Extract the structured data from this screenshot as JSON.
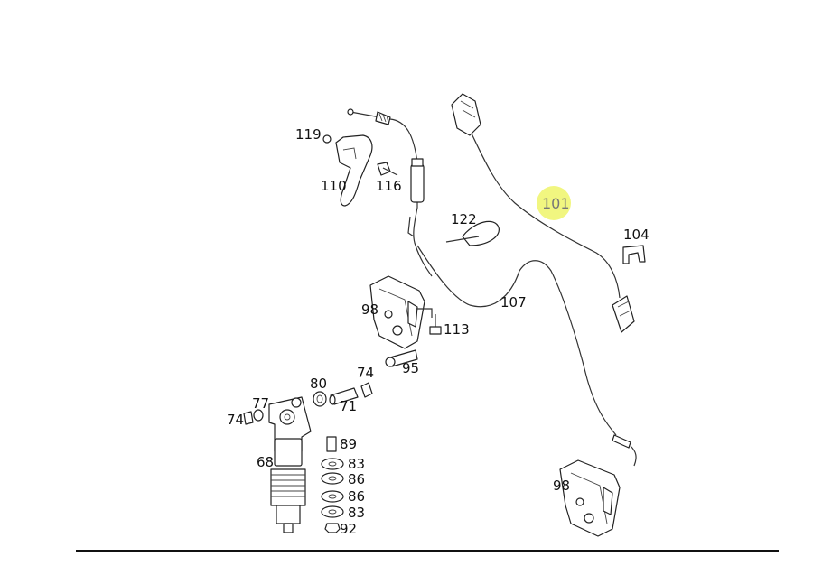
{
  "highlight_color": "#eef56a",
  "callouts": [
    {
      "id": "c119",
      "text": "119",
      "highlight": false
    },
    {
      "id": "c110",
      "text": "110",
      "highlight": false
    },
    {
      "id": "c116",
      "text": "116",
      "highlight": false
    },
    {
      "id": "c101",
      "text": "101",
      "highlight": true
    },
    {
      "id": "c122",
      "text": "122",
      "highlight": false
    },
    {
      "id": "c104",
      "text": "104",
      "highlight": false
    },
    {
      "id": "c107",
      "text": "107",
      "highlight": false
    },
    {
      "id": "c98a",
      "text": "98",
      "highlight": false
    },
    {
      "id": "c113",
      "text": "113",
      "highlight": false
    },
    {
      "id": "c95",
      "text": "95",
      "highlight": false
    },
    {
      "id": "c80",
      "text": "80",
      "highlight": false
    },
    {
      "id": "c74a",
      "text": "74",
      "highlight": false
    },
    {
      "id": "c77",
      "text": "77",
      "highlight": false
    },
    {
      "id": "c74b",
      "text": "74",
      "highlight": false
    },
    {
      "id": "c71",
      "text": "71",
      "highlight": false
    },
    {
      "id": "c89",
      "text": "89",
      "highlight": false
    },
    {
      "id": "c68",
      "text": "68",
      "highlight": false
    },
    {
      "id": "c83a",
      "text": "83",
      "highlight": false
    },
    {
      "id": "c86a",
      "text": "86",
      "highlight": false
    },
    {
      "id": "c86b",
      "text": "86",
      "highlight": false
    },
    {
      "id": "c83b",
      "text": "83",
      "highlight": false
    },
    {
      "id": "c92",
      "text": "92",
      "highlight": false
    },
    {
      "id": "c98b",
      "text": "98",
      "highlight": false
    }
  ]
}
